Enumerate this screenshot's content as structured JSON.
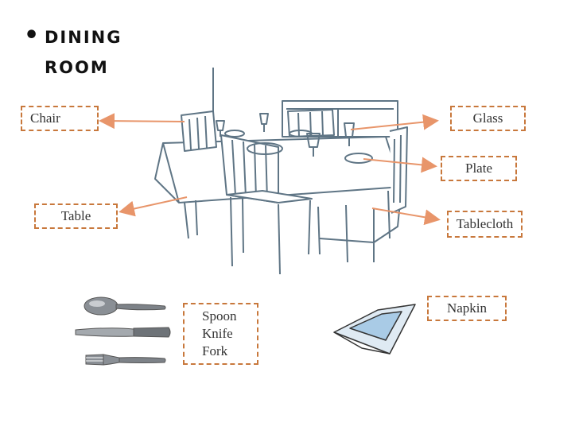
{
  "title": {
    "bullet": "•",
    "text": "Dining Room"
  },
  "labels": {
    "chair": "Chair",
    "glass": "Glass",
    "plate": "Plate",
    "table": "Table",
    "tablecloth": "Tablecloth",
    "napkin": "Napkin",
    "spoon": "Spoon",
    "knife": "Knife",
    "fork": "Fork"
  },
  "colors": {
    "arrow": "#e8956a",
    "label_border": "#c8783c",
    "sketch": "#5f7585"
  }
}
